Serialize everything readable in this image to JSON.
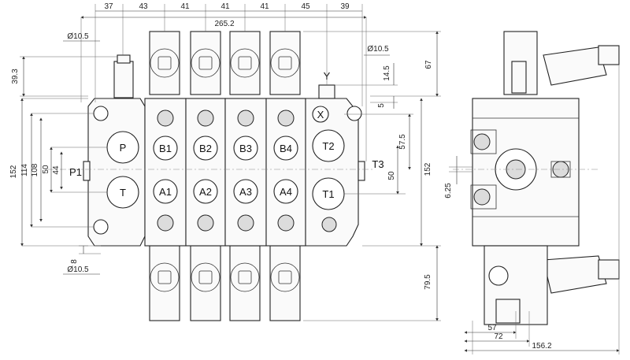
{
  "top_dims": [
    "37",
    "43",
    "41",
    "41",
    "41",
    "45",
    "39"
  ],
  "overall_width": "265.2",
  "hole_top": "Ø10.5",
  "hole_bottom": "Ø10.5",
  "hole_right": "Ø10.5",
  "left_dims": {
    "d39_3": "39.3",
    "d152": "152",
    "d114": "114",
    "d108": "108",
    "d50": "50",
    "d44": "44",
    "d8": "8"
  },
  "right_dims": {
    "d67": "67",
    "d14_5": "14.5",
    "d5": "5",
    "d57_5": "57.5",
    "d50": "50",
    "d152": "152",
    "d79_5": "79.5"
  },
  "side_dims": {
    "d6_25": "6.25",
    "d57": "57",
    "d72": "72",
    "d156_2": "156.2"
  },
  "ports": {
    "P": "P",
    "T": "T",
    "P1": "P1",
    "T1": "T1",
    "T2": "T2",
    "T3": "T3",
    "X": "X",
    "Y": "Y",
    "B": [
      "B1",
      "B2",
      "B3",
      "B4"
    ],
    "A": [
      "A1",
      "A2",
      "A3",
      "A4"
    ]
  }
}
